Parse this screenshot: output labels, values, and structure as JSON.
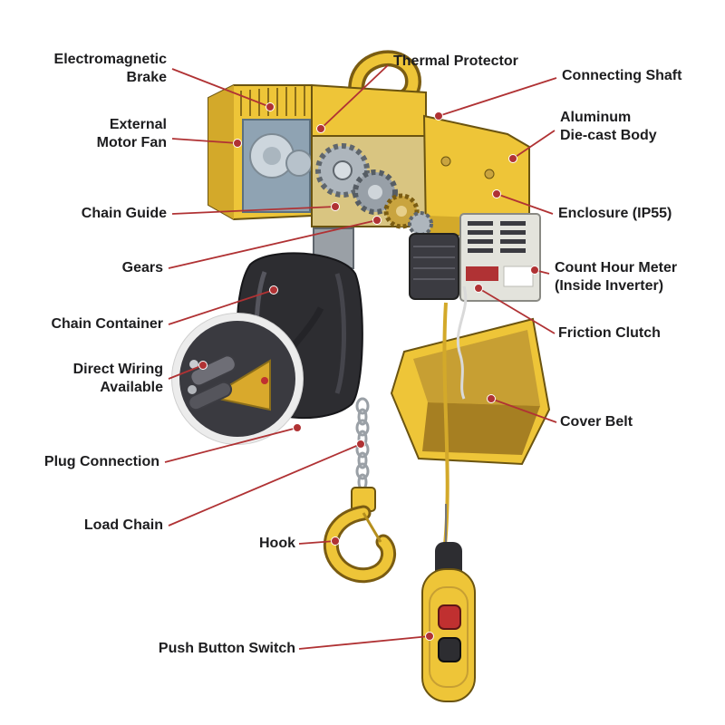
{
  "labels": [
    {
      "id": "electromagnetic-brake",
      "text": "Electromagnetic\nBrake"
    },
    {
      "id": "external-motor-fan",
      "text": "External\nMotor Fan"
    },
    {
      "id": "chain-guide",
      "text": "Chain Guide"
    },
    {
      "id": "gears",
      "text": "Gears"
    },
    {
      "id": "chain-container",
      "text": "Chain Container"
    },
    {
      "id": "direct-wiring-available",
      "text": "Direct Wiring\nAvailable"
    },
    {
      "id": "plug-connection",
      "text": "Plug Connection"
    },
    {
      "id": "load-chain",
      "text": "Load Chain"
    },
    {
      "id": "hook",
      "text": "Hook"
    },
    {
      "id": "push-button-switch",
      "text": "Push Button Switch"
    },
    {
      "id": "thermal-protector",
      "text": "Thermal Protector"
    },
    {
      "id": "connecting-shaft",
      "text": "Connecting Shaft"
    },
    {
      "id": "aluminum-die-cast-body",
      "text": "Aluminum\nDie-cast Body"
    },
    {
      "id": "enclosure-ip55",
      "text": "Enclosure (IP55)"
    },
    {
      "id": "count-hour-meter",
      "text": "Count Hour Meter\n(Inside Inverter)"
    },
    {
      "id": "friction-clutch",
      "text": "Friction Clutch"
    },
    {
      "id": "cover-belt",
      "text": "Cover Belt"
    }
  ],
  "palette": {
    "leader_line": "#b03234",
    "hoist_yellow": "#eec538",
    "dark_body": "#2d2d31"
  }
}
